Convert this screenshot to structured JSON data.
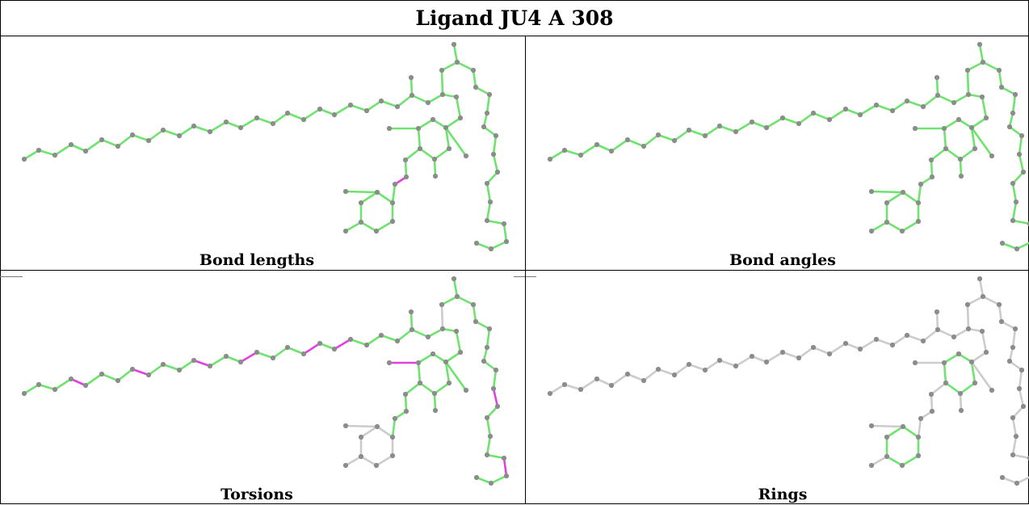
{
  "title": "Ligand JU4 A 308",
  "panels": [
    {
      "caption": "Bond lengths",
      "scheme": "lengths"
    },
    {
      "caption": "Bond angles",
      "scheme": "angles"
    },
    {
      "caption": "Torsions",
      "scheme": "torsions"
    },
    {
      "caption": "Rings",
      "scheme": "rings"
    }
  ],
  "colors": {
    "good": "#6ee36e",
    "outlier": "#e040e0",
    "neutral": "#cccccc",
    "atom": "#8c8c8c"
  }
}
